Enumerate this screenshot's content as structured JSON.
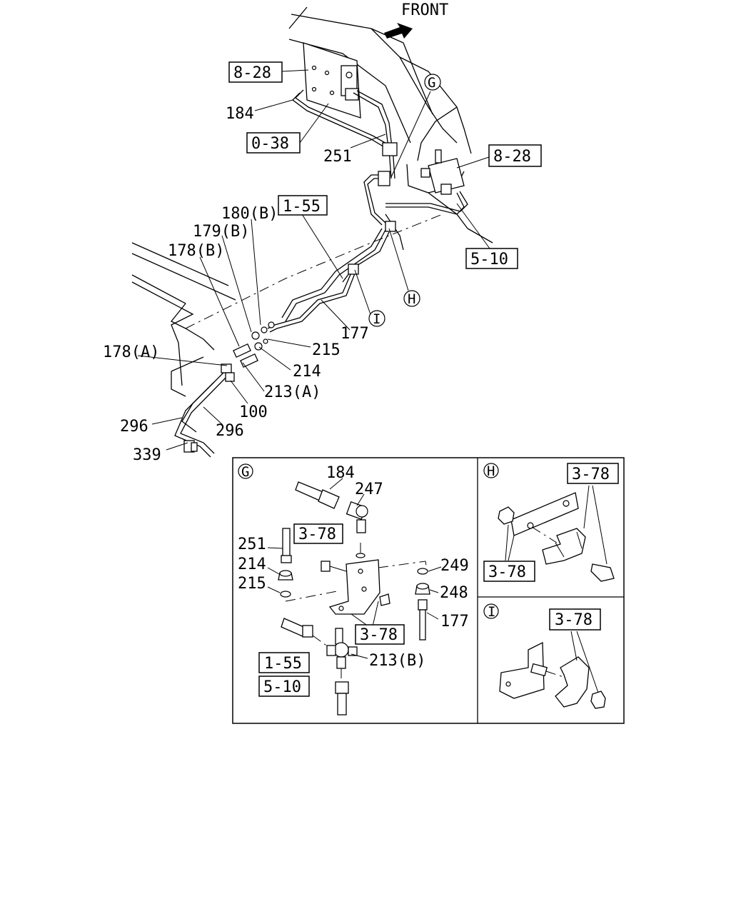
{
  "front_label": "FRONT",
  "refs": {
    "r828a": "8-28",
    "r038": "0-38",
    "r828b": "8-28",
    "r155": "1-55",
    "r510": "5-10",
    "g_378a": "3-78",
    "g_378b": "3-78",
    "g_155": "1-55",
    "g_510": "5-10",
    "h_378a": "3-78",
    "h_378b": "3-78",
    "i_378": "3-78"
  },
  "parts": {
    "p184": "184",
    "p251": "251",
    "p180b": "180(B)",
    "p179b": "179(B)",
    "p178b": "178(B)",
    "p178a": "178(A)",
    "p177": "177",
    "p215": "215",
    "p214": "214",
    "p213a": "213(A)",
    "p100": "100",
    "p296a": "296",
    "p296b": "296",
    "p339": "339"
  },
  "callouts": {
    "g": "G",
    "h": "H",
    "i": "I"
  },
  "detail_g": {
    "label": "G",
    "p184": "184",
    "p247": "247",
    "p251": "251",
    "p214": "214",
    "p215": "215",
    "p249": "249",
    "p248": "248",
    "p177": "177",
    "p213b": "213(B)"
  },
  "detail_h": {
    "label": "H"
  },
  "detail_i": {
    "label": "I"
  }
}
